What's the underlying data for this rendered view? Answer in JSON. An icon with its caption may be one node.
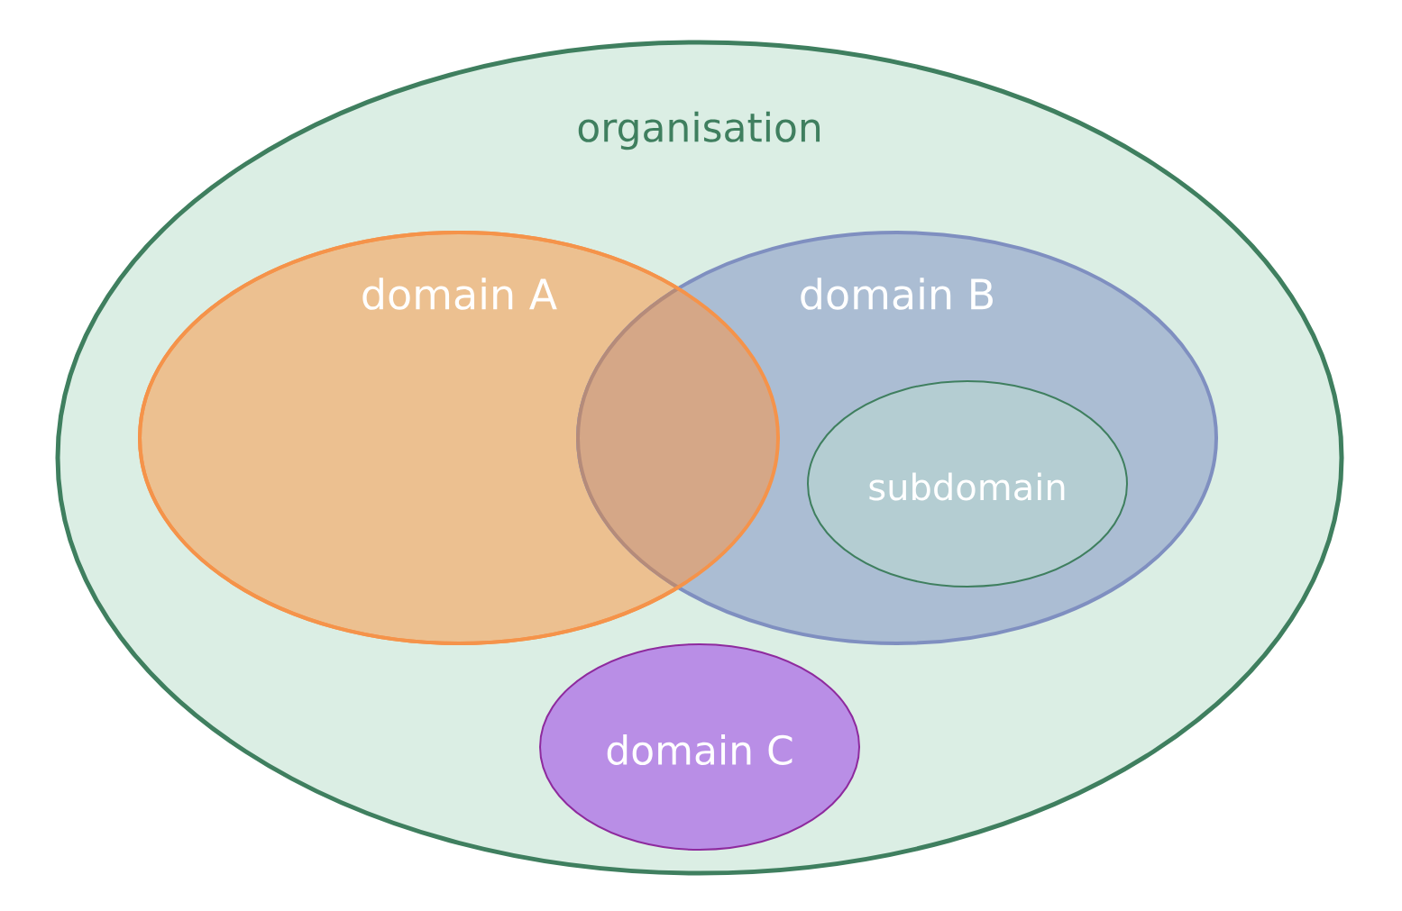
{
  "diagram": {
    "nodes": [
      {
        "text": [
          "organisation"
        ]
      },
      {
        "text": [
          "domain A"
        ],
        "in": 0
      },
      {
        "text": [
          "domain B"
        ],
        "in": 0
      },
      {
        "text": [
          "subdomain"
        ],
        "in": 2
      },
      {
        "text": [
          "domain C"
        ],
        "in": 0
      }
    ]
  }
}
